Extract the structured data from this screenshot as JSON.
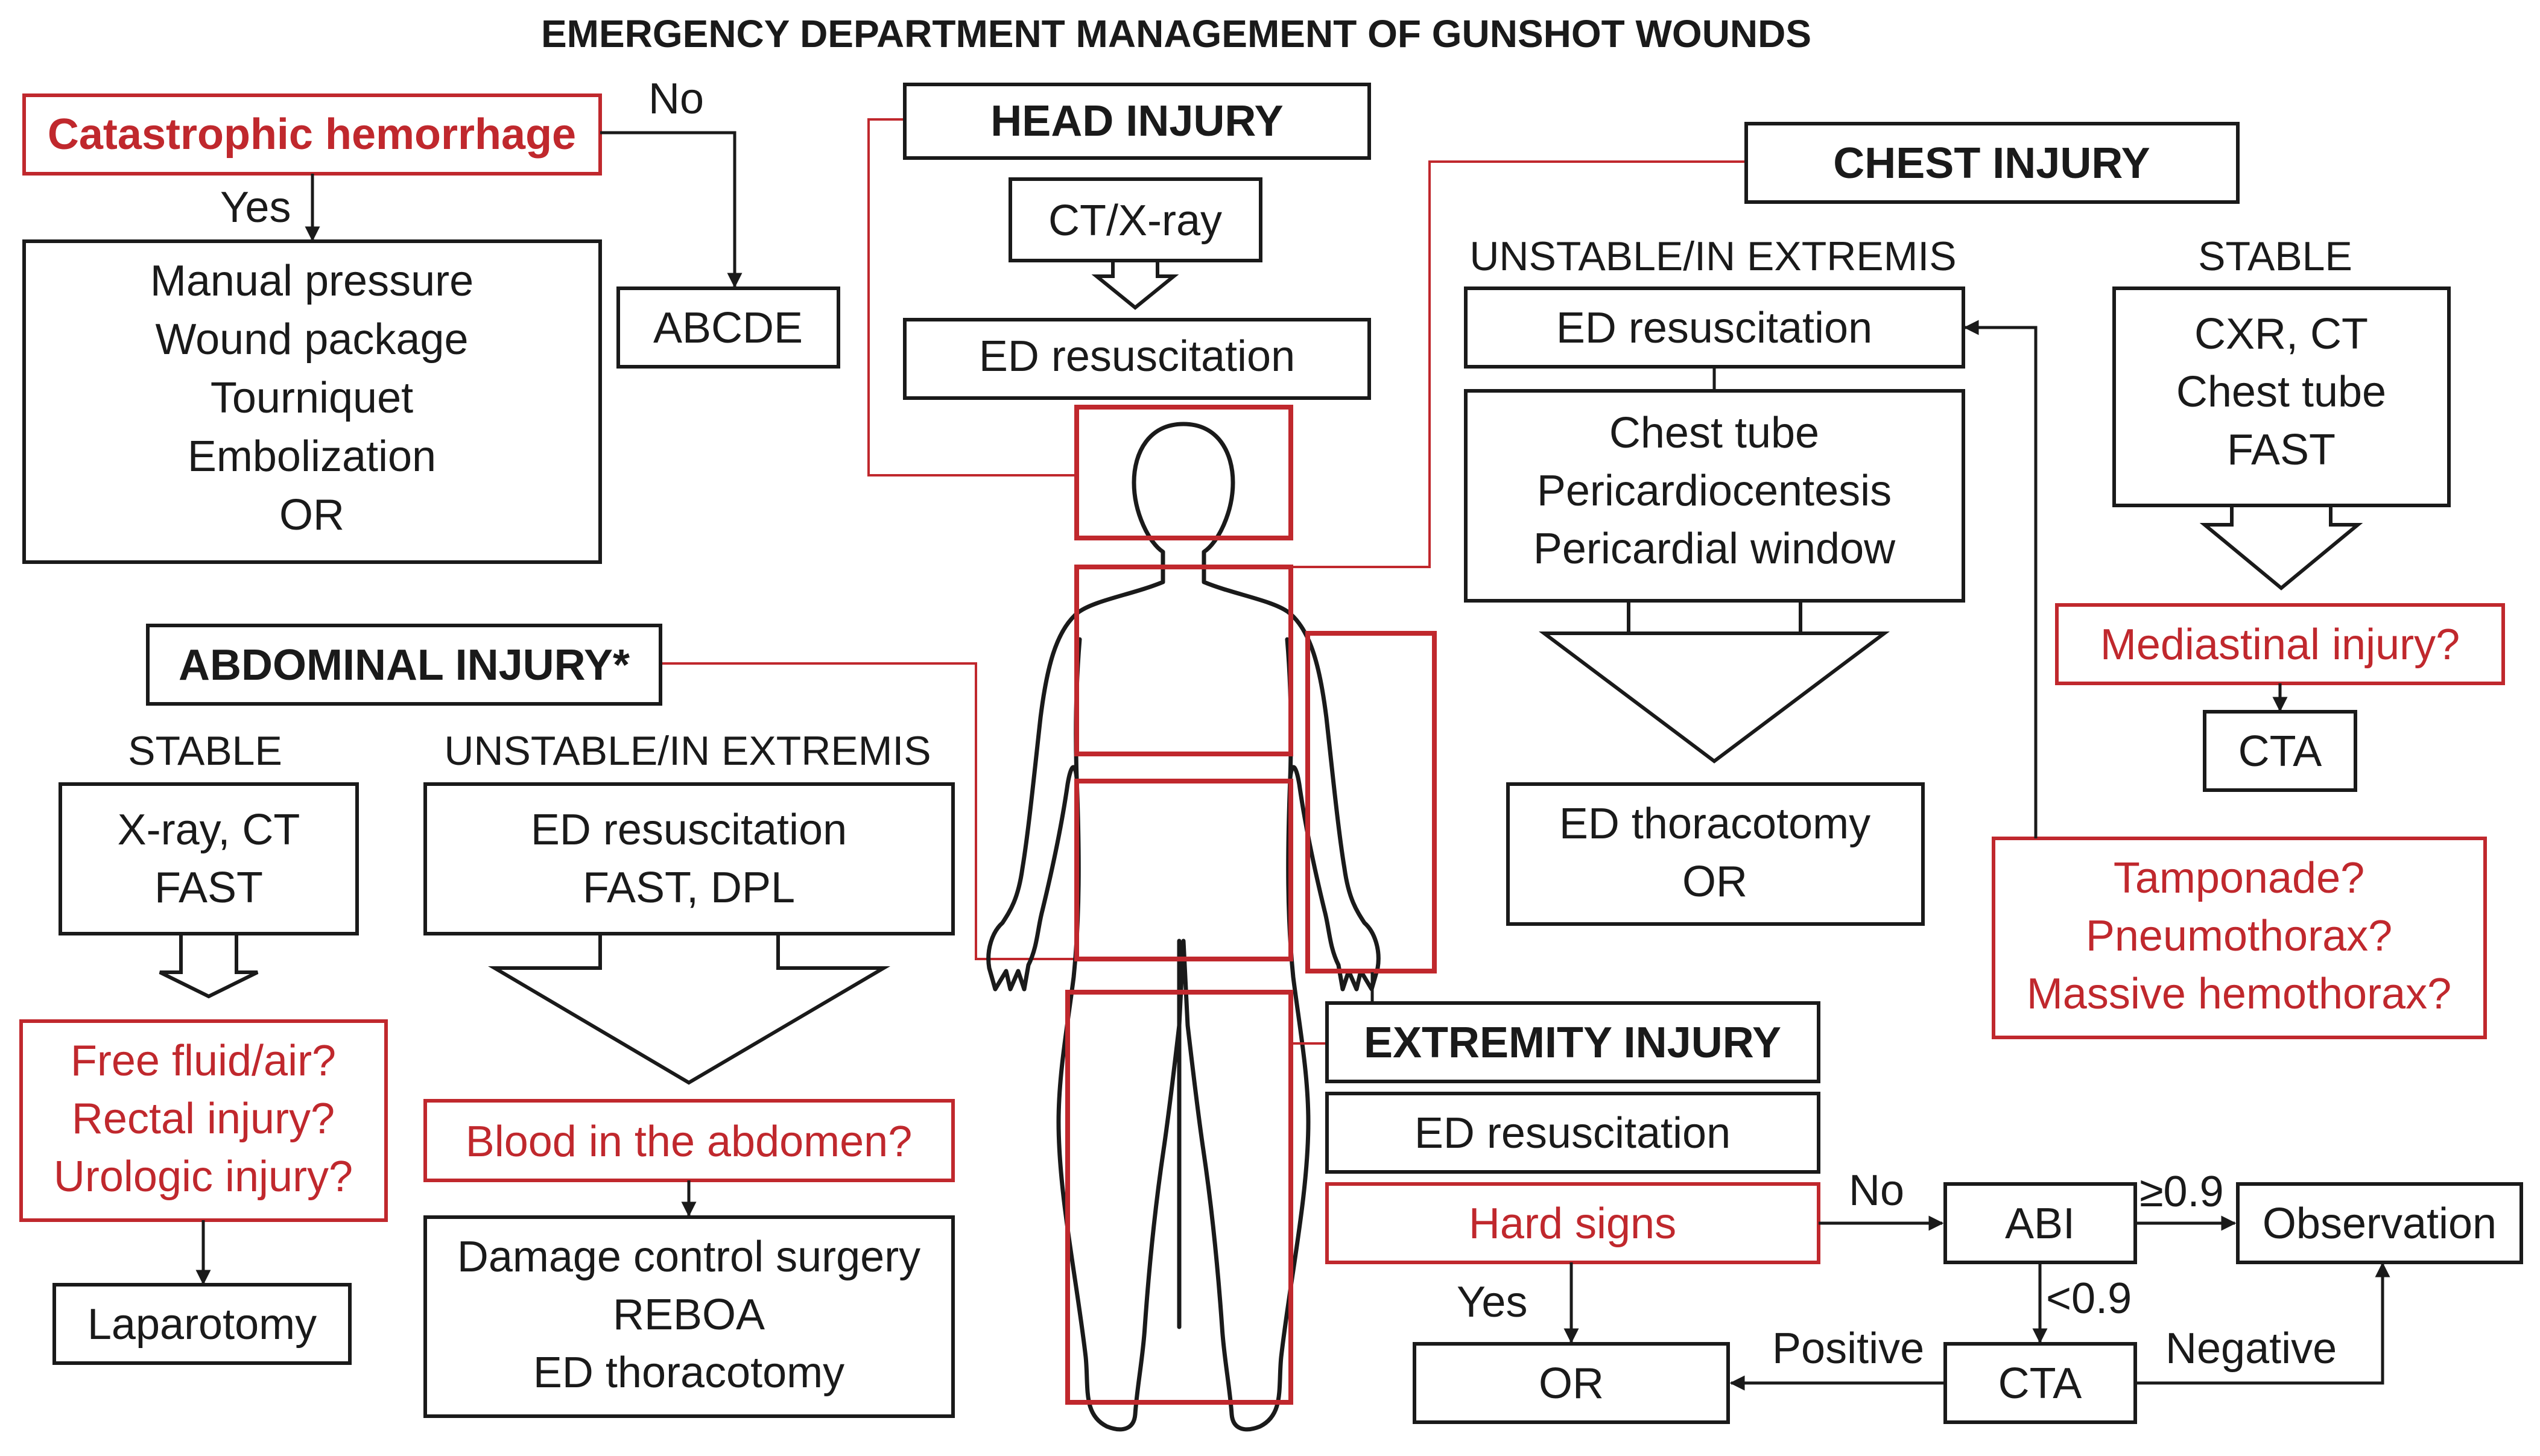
{
  "title": "EMERGENCY DEPARTMENT MANAGEMENT OF GUNSHOT WOUNDS",
  "colors": {
    "red": "#c0282d",
    "black": "#1a1a1a"
  },
  "hemorrhage": {
    "question": "Catastrophic hemorrhage",
    "no": "No",
    "yes": "Yes",
    "actions": [
      "Manual pressure",
      "Wound package",
      "Tourniquet",
      "Embolization",
      "OR"
    ],
    "abcde": "ABCDE"
  },
  "head": {
    "title": "HEAD INJURY",
    "imaging": "CT/X-ray",
    "resus": "ED resuscitation"
  },
  "chest": {
    "title": "CHEST INJURY",
    "unstable_label": "UNSTABLE/IN EXTREMIS",
    "stable_label": "STABLE",
    "resus": "ED resuscitation",
    "procedures": [
      "Chest tube",
      "Pericardiocentesis",
      "Pericardial window"
    ],
    "thoracotomy": [
      "ED thoracotomy",
      "OR"
    ],
    "stable_workup": [
      "CXR, CT",
      "Chest tube",
      "FAST"
    ],
    "mediastinal": "Mediastinal injury?",
    "cta": "CTA",
    "conditions": [
      "Tamponade?",
      "Pneumothorax?",
      "Massive hemothorax?"
    ]
  },
  "abdomen": {
    "title": "ABDOMINAL INJURY*",
    "stable_label": "STABLE",
    "unstable_label": "UNSTABLE/IN EXTREMIS",
    "stable_workup": [
      "X-ray, CT",
      "FAST"
    ],
    "unstable_workup": [
      "ED resuscitation",
      "FAST, DPL"
    ],
    "findings": [
      "Free fluid/air?",
      "Rectal injury?",
      "Urologic injury?"
    ],
    "laparotomy": "Laparotomy",
    "blood_question": "Blood in the abdomen?",
    "surgery": [
      "Damage control surgery",
      "REBOA",
      "ED thoracotomy"
    ]
  },
  "extremity": {
    "title": "EXTREMITY INJURY",
    "resus": "ED resuscitation",
    "hard_signs": "Hard signs",
    "no": "No",
    "yes": "Yes",
    "abi": "ABI",
    "ge09": "≥0.9",
    "lt09": "<0.9",
    "observation": "Observation",
    "cta": "CTA",
    "or": "OR",
    "positive": "Positive",
    "negative": "Negative"
  }
}
